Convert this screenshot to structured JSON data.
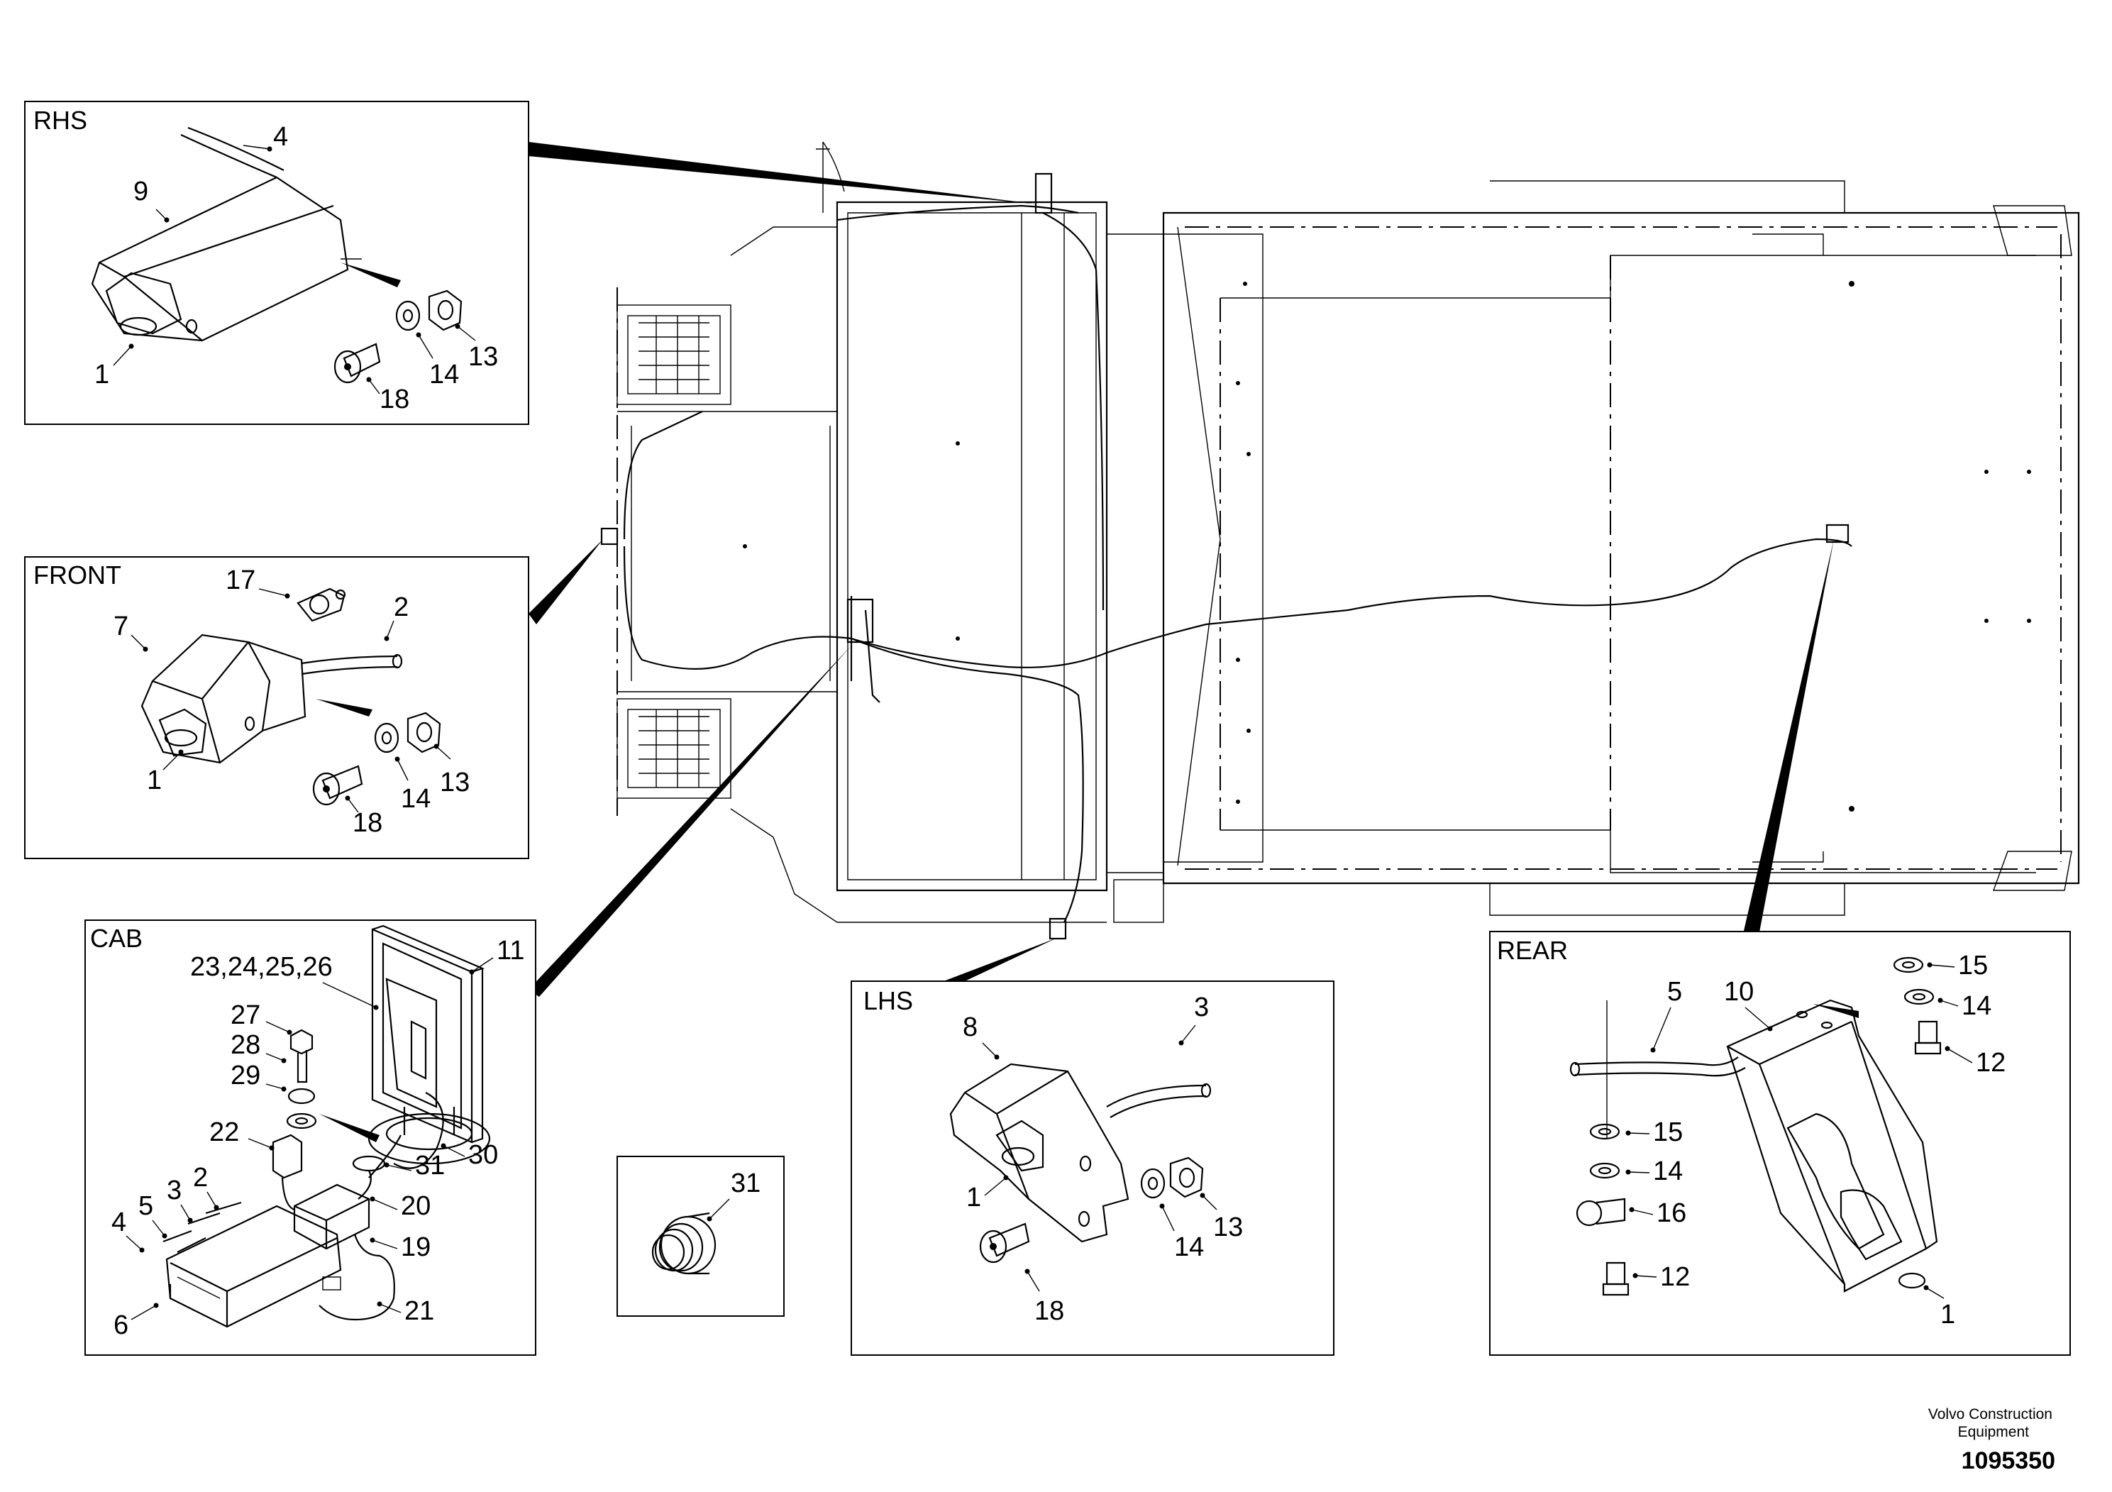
{
  "insets": {
    "rhs": {
      "title": "RHS",
      "labels": {
        "l4": "4",
        "l9": "9",
        "l1": "1",
        "l18": "18",
        "l14": "14",
        "l13": "13"
      }
    },
    "front": {
      "title": "FRONT",
      "labels": {
        "l17": "17",
        "l2": "2",
        "l7": "7",
        "l1": "1",
        "l18": "18",
        "l14": "14",
        "l13": "13"
      }
    },
    "cab": {
      "title": "CAB",
      "labels": {
        "l23": "23,24,25,26",
        "l11": "11",
        "l27": "27",
        "l28": "28",
        "l29": "29",
        "l30": "30",
        "l22": "22",
        "l31": "31",
        "l20": "20",
        "l19": "19",
        "l2": "2",
        "l3": "3",
        "l5": "5",
        "l4": "4",
        "l6": "6",
        "l21": "21"
      }
    },
    "grommet": {
      "labels": {
        "l31": "31"
      }
    },
    "lhs": {
      "title": "LHS",
      "labels": {
        "l8": "8",
        "l3": "3",
        "l1": "1",
        "l14": "14",
        "l13": "13",
        "l18": "18"
      }
    },
    "rear": {
      "title": "REAR",
      "labels": {
        "l5": "5",
        "l10": "10",
        "l15a": "15",
        "l14a": "14",
        "l12a": "12",
        "l15b": "15",
        "l14b": "14",
        "l16": "16",
        "l12b": "12",
        "l1": "1"
      }
    }
  },
  "footer": {
    "brand_line1": "Volvo Construction",
    "brand_line2": "Equipment",
    "doc_number": "1095350"
  }
}
